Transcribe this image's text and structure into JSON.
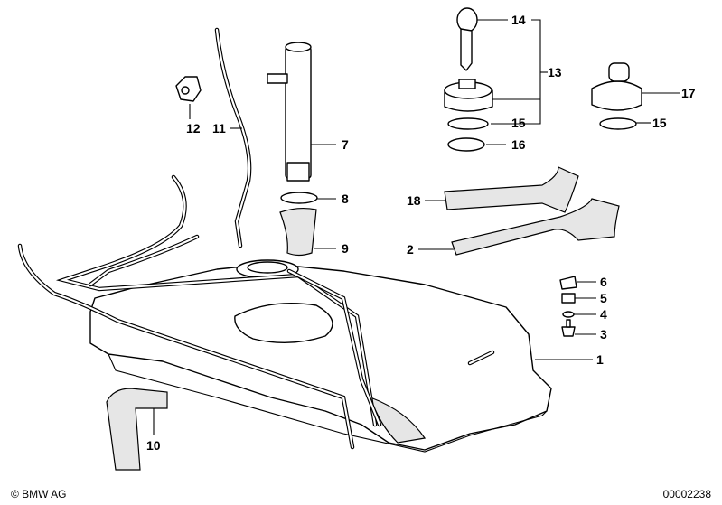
{
  "labels": {
    "p1": "1",
    "p2": "2",
    "p3": "3",
    "p4": "4",
    "p5": "5",
    "p6": "6",
    "p7": "7",
    "p8": "8",
    "p9": "9",
    "p10": "10",
    "p11": "11",
    "p12": "12",
    "p13": "13",
    "p14": "14",
    "p15a": "15",
    "p15b": "15",
    "p16": "16",
    "p17": "17",
    "p18": "18"
  },
  "footer": {
    "copyright": "© BMW AG",
    "diagram_id": "00002238"
  }
}
